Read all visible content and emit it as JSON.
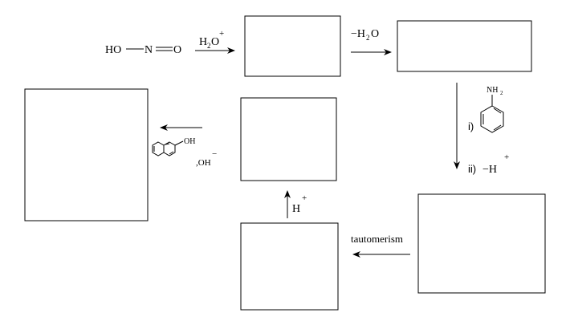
{
  "reactant": {
    "left": "HO",
    "middle": "N",
    "right": "O"
  },
  "steps": {
    "acid": {
      "base": "H",
      "sub": "2",
      "mid": "O",
      "sup": "+"
    },
    "dehydrate": {
      "prefix": "−H",
      "sub": "2",
      "end": "O"
    },
    "amine_step": {
      "label": "i)",
      "group": "NH",
      "group_sub": "2"
    },
    "deprotonate": {
      "label": "ii)",
      "text": "−H",
      "sup": "+"
    },
    "tautomer": "tautomerism",
    "protonate": {
      "text": "H",
      "sup": "+"
    },
    "coupling": {
      "group": "OH",
      "base": ",OH",
      "sup": "−"
    }
  },
  "colors": {
    "line": "#000000",
    "background": "#ffffff"
  }
}
